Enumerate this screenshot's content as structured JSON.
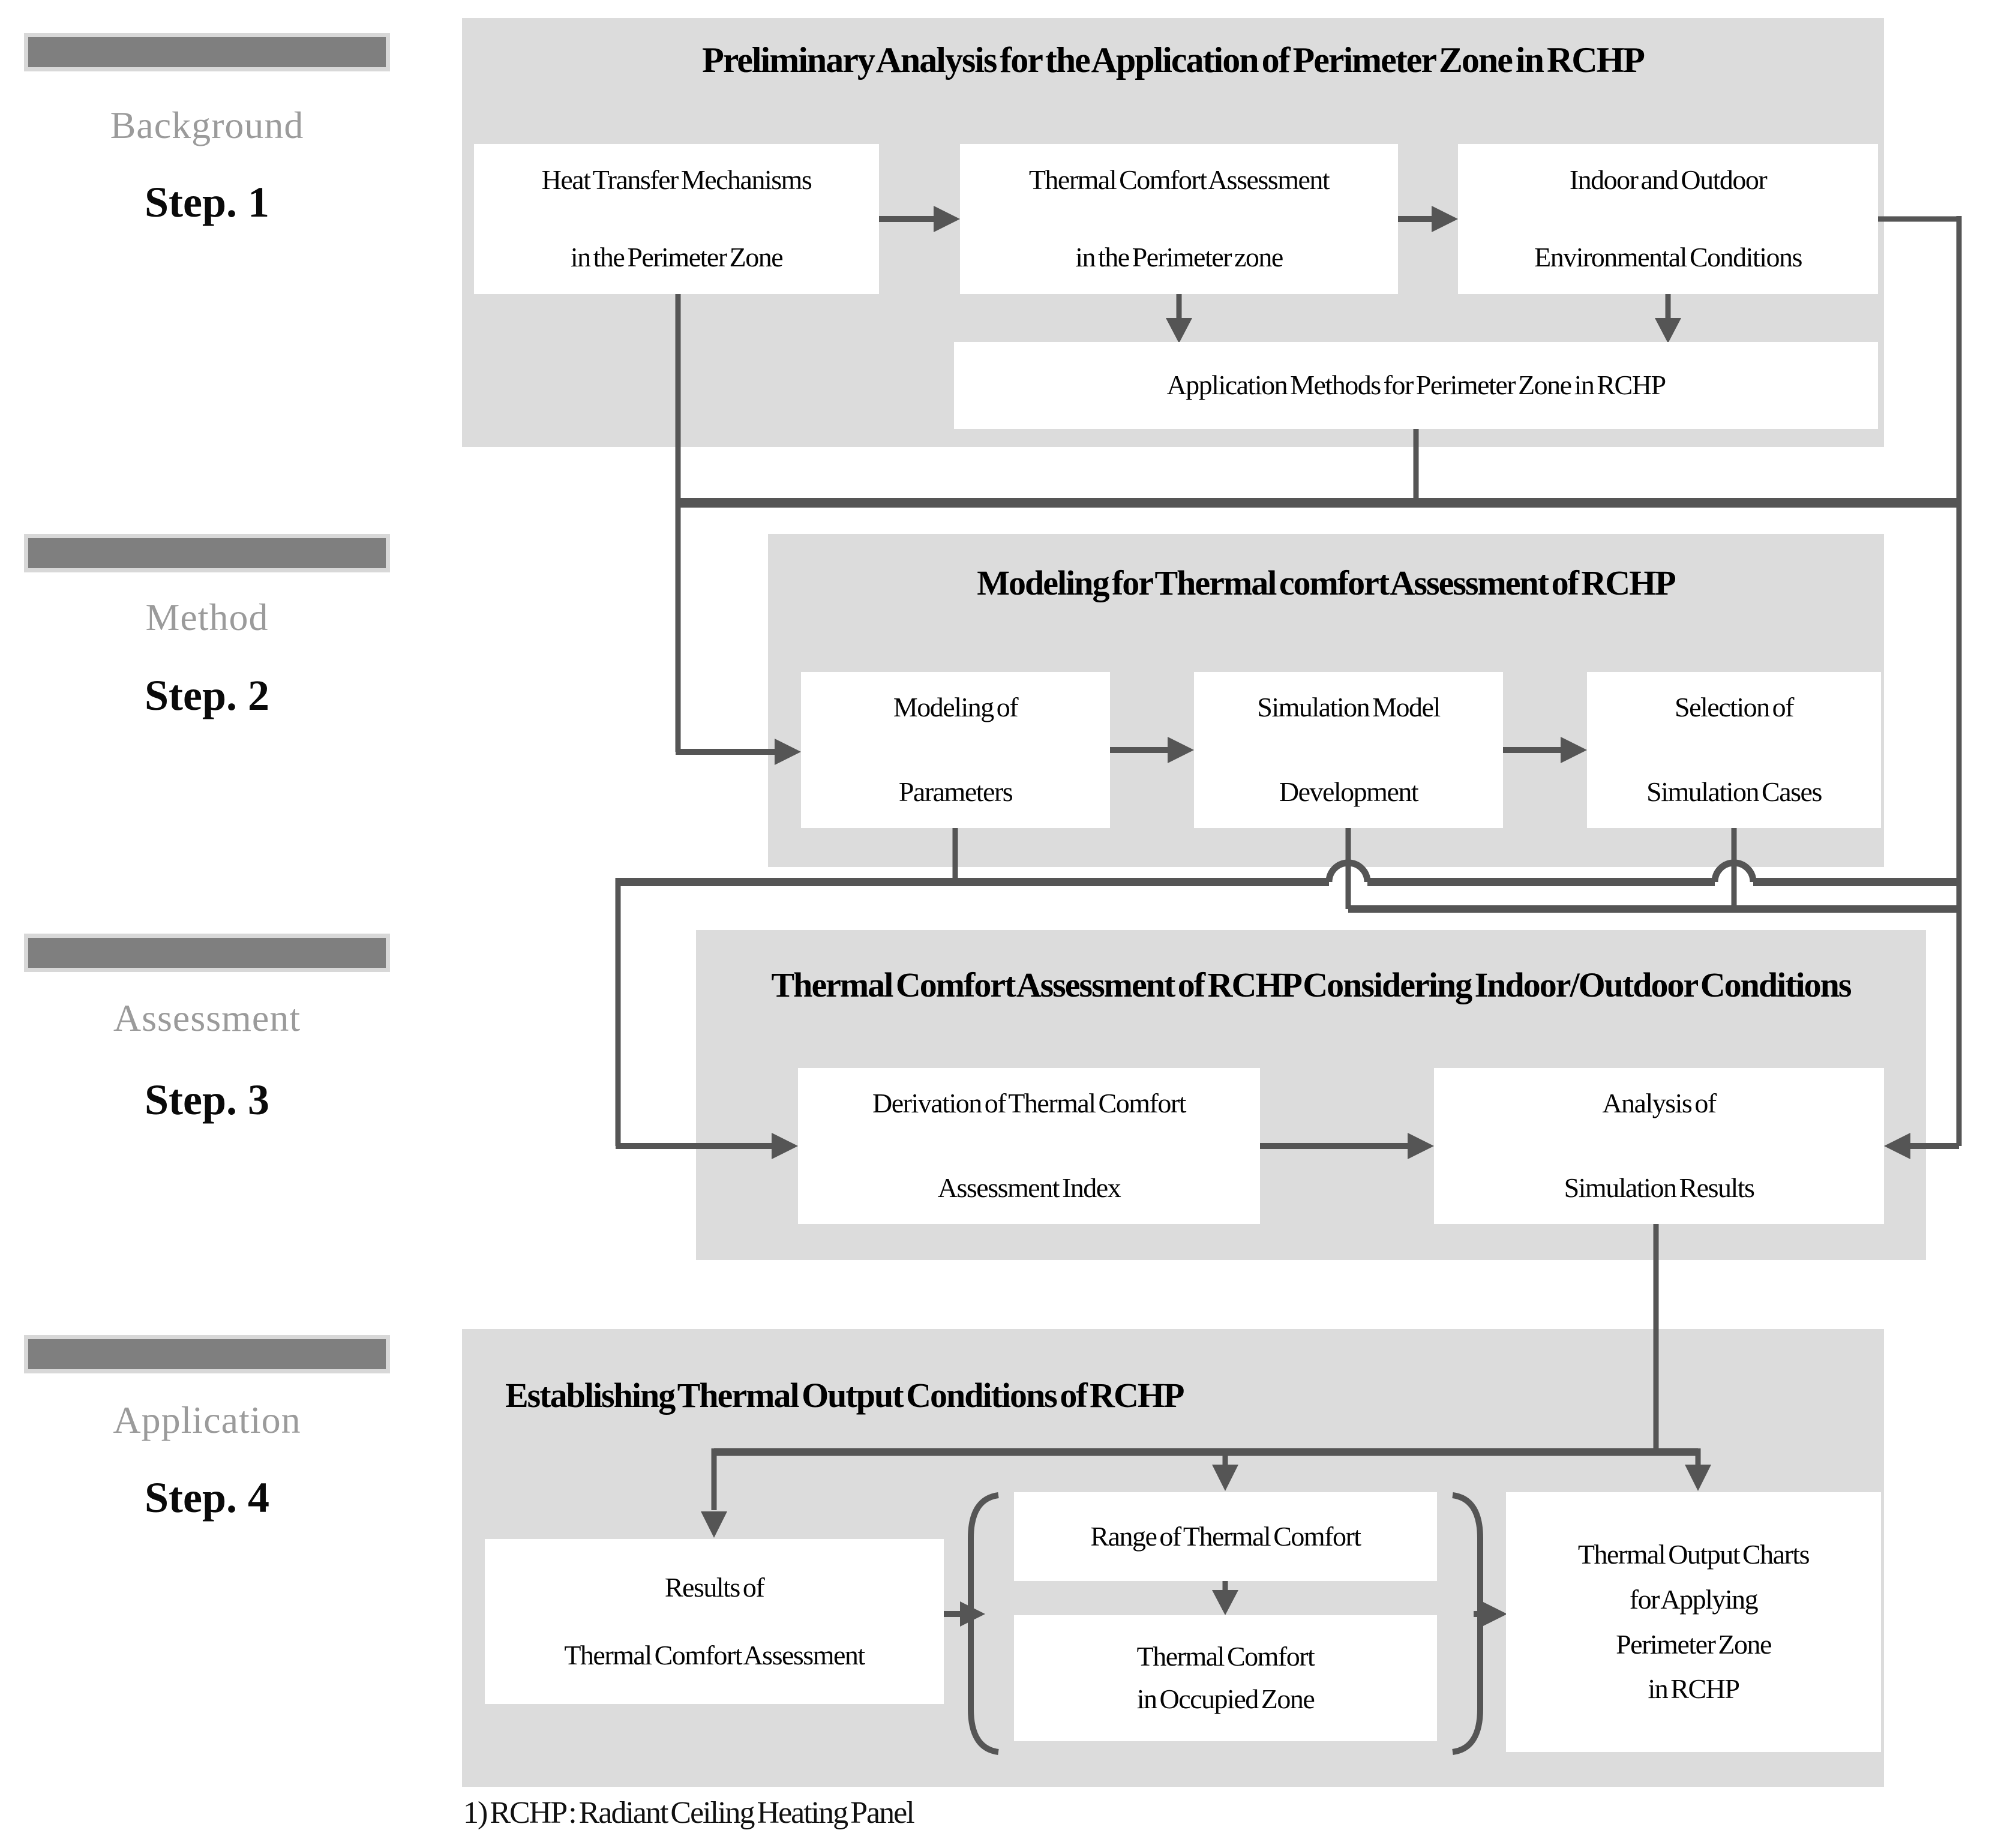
{
  "colors": {
    "panel": "#dcdcdc",
    "sidebar_bar": "#7f7f7f",
    "sidebar_bar_border": "#d8d8d8",
    "line": "#555555",
    "muted_text": "#9b9b9b",
    "text": "#000000"
  },
  "sidebar": {
    "groups": [
      {
        "label": "Background",
        "step": "Step. 1"
      },
      {
        "label": "Method",
        "step": "Step. 2"
      },
      {
        "label": "Assessment",
        "step": "Step. 3"
      },
      {
        "label": "Application",
        "step": "Step. 4"
      }
    ]
  },
  "step1": {
    "title": "Preliminary Analysis for the Application of Perimeter Zone in RCHP",
    "box_heat_transfer": {
      "l1": "Heat Transfer Mechanisms",
      "l2": "in the Perimeter Zone"
    },
    "box_thermal_comfort": {
      "l1": "Thermal Comfort Assessment",
      "l2": "in the Perimeter zone"
    },
    "box_indoor_outdoor": {
      "l1": "Indoor and Outdoor",
      "l2": "Environmental Conditions"
    },
    "box_application_methods": "Application Methods for Perimeter Zone in RCHP"
  },
  "step2": {
    "title": "Modeling for Thermal comfort Assessment of RCHP",
    "box_modeling": {
      "l1": "Modeling of",
      "l2": "Parameters"
    },
    "box_simulation": {
      "l1": "Simulation Model",
      "l2": "Development"
    },
    "box_selection": {
      "l1": "Selection of",
      "l2": "Simulation Cases"
    }
  },
  "step3": {
    "title": "Thermal Comfort Assessment of RCHP Considering Indoor/Outdoor Conditions",
    "box_derivation": {
      "l1": "Derivation of Thermal Comfort",
      "l2": "Assessment Index"
    },
    "box_analysis": {
      "l1": "Analysis of",
      "l2": "Simulation Results"
    }
  },
  "step4": {
    "title": "Establishing Thermal Output Conditions of RCHP",
    "box_results": {
      "l1": "Results of",
      "l2": "Thermal Comfort Assessment"
    },
    "box_range": "Range of Thermal Comfort",
    "box_occupied": {
      "l1": "Thermal Comfort",
      "l2": "in Occupied Zone"
    },
    "box_charts": {
      "l1": "Thermal Output Charts",
      "l2": "for Applying",
      "l3": "Perimeter Zone",
      "l4": "in RCHP"
    }
  },
  "footnote": "1) RCHP : Radiant Ceiling Heating Panel"
}
